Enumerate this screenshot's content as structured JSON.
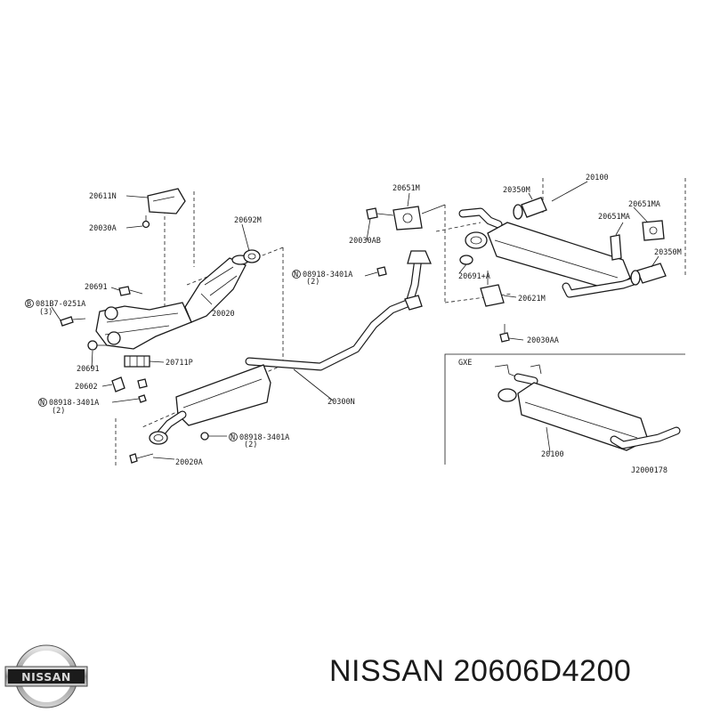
{
  "caption": "NISSAN 20606D4200",
  "logo": {
    "text": "NISSAN"
  },
  "inset": {
    "title": "GXE",
    "part": "20100"
  },
  "code": "J2000178",
  "labels": {
    "p20611N": "20611N",
    "p20030A": "20030A",
    "p20692M": "20692M",
    "p20691a": "20691",
    "p081B7": "081B7-0251A",
    "p081B7q": "(3)",
    "p20020": "20020",
    "p20691b": "20691",
    "p20711P": "20711P",
    "p20602": "20602",
    "p08918a": "08918-3401A",
    "p08918aq": "(2)",
    "p20300N": "20300N",
    "p08918b": "08918-3401A",
    "p08918bq": "(2)",
    "p20020A": "20020A",
    "p20651M": "20651M",
    "p20030AB": "20030AB",
    "p08918c": "08918-3401A",
    "p08918cq": "(2)",
    "p20350Ma": "20350M",
    "p20100": "20100",
    "p20651MAa": "20651MA",
    "p20651MAb": "20651MA",
    "p20350Mb": "20350M",
    "p20691A": "20691+A",
    "p20621M": "20621M",
    "p20030AA": "20030AA",
    "circleB": "B",
    "circleN": "N"
  }
}
